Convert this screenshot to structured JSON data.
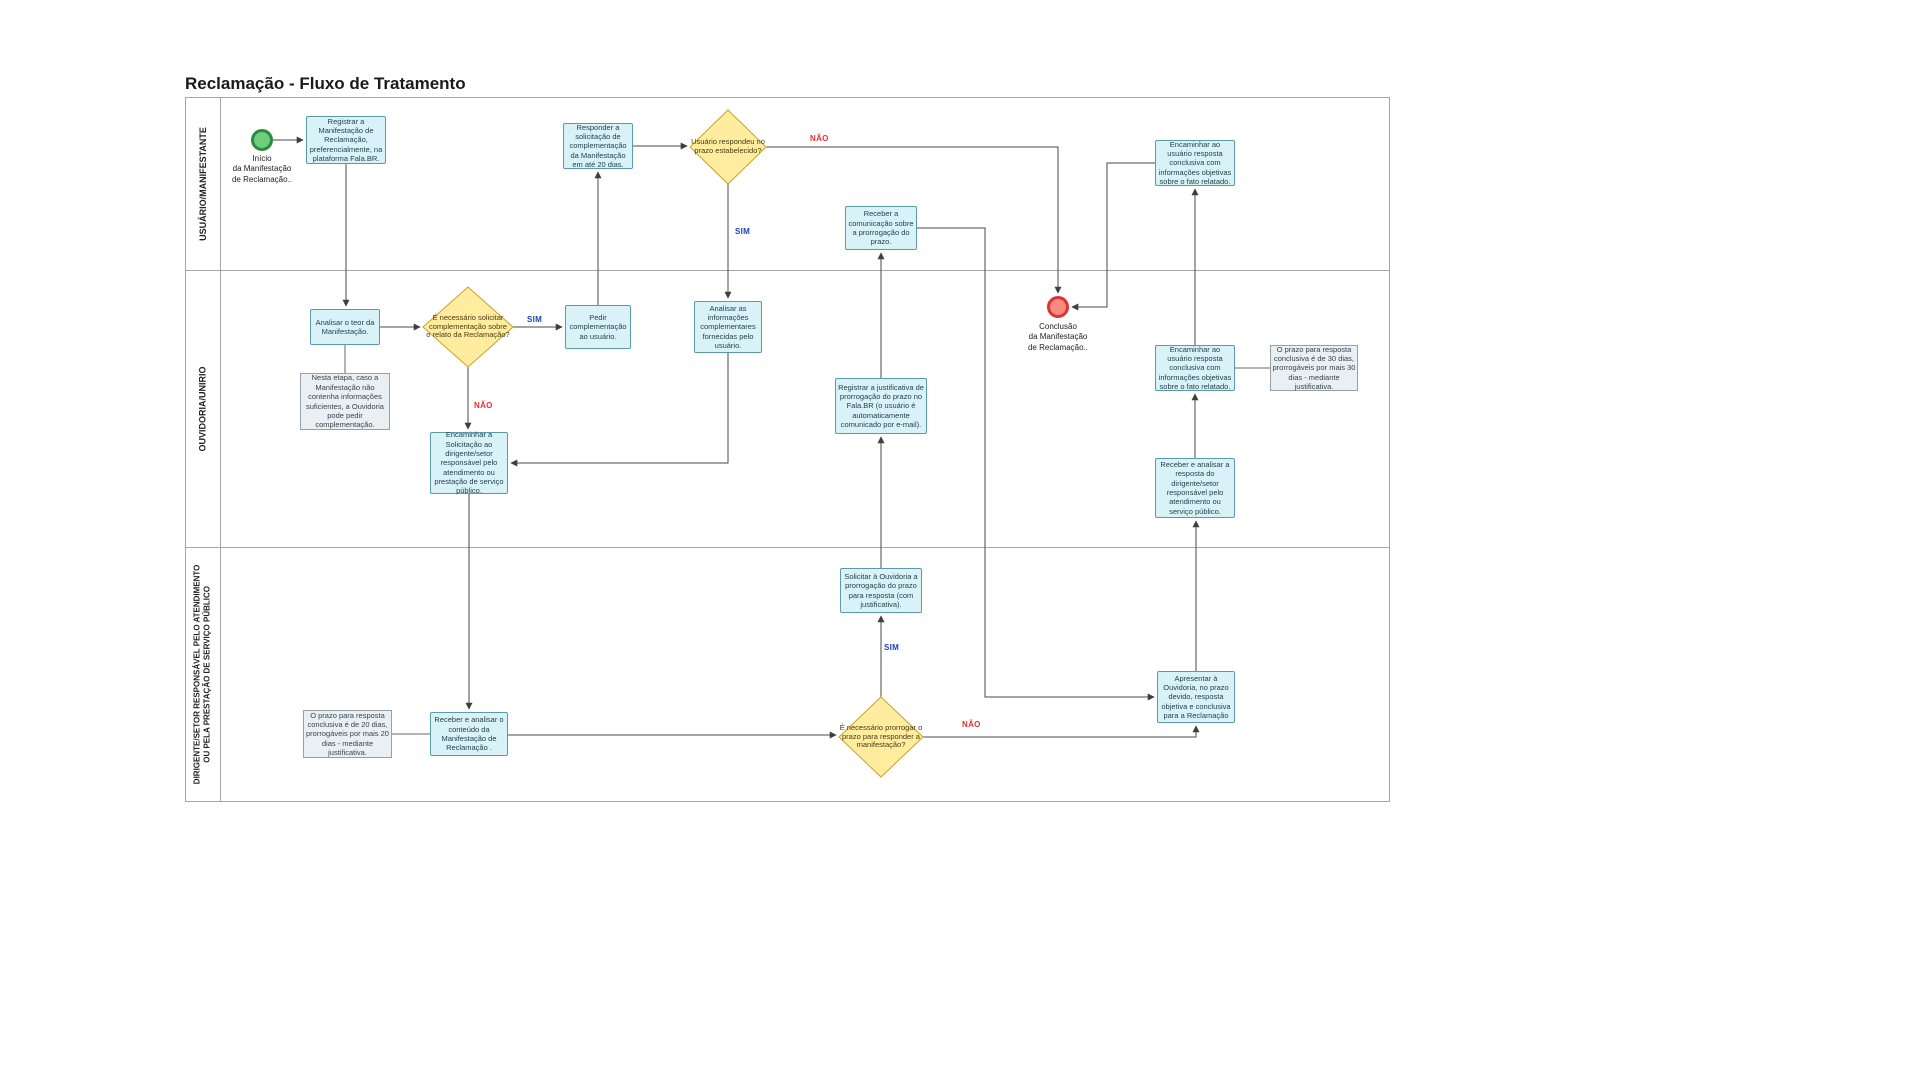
{
  "title": "Reclamação - Fluxo de Tratamento",
  "lanes": {
    "lane1": "USUÁRIO/MANIFESTANTE",
    "lane2": "OUVIDORIA/UNIRIO",
    "lane3": "DIRIGENTE/SETOR RESPONSÁVEL PELO ATENDIMENTO\nOU PELA PRESTAÇÃO DE SERVIÇO PÚBLICO"
  },
  "events": {
    "start": "Início\nda Manifestação\nde Reclamação..",
    "end": "Conclusão\nda Manifestação\nde Reclamação.."
  },
  "tasks": {
    "registrar_manifestacao": "Registrar a Manifestação de Reclamação, preferencialmente, na plataforma Fala.BR.",
    "responder_solicitacao": "Responder a solicitação de complementação da Manifestação em até 20 dias.",
    "receber_comunicacao": "Receber a comunicação sobre a prorrogação do prazo.",
    "encaminhar_usuario_1": "Encaminhar ao usuário resposta conclusiva com informações objetivas sobre o fato relatado.",
    "analisar_teor": "Analisar o teor da Manifestação.",
    "pedir_complementacao": "Pedir complementação ao usuário.",
    "analisar_informacoes": "Analisar as informações complementares fornecidas pelo usuário.",
    "encaminhar_solicitacao": "Encaminhar a Solicitação ao dirigente/setor responsável pelo atendimento ou prestação de serviço público.",
    "registrar_justificativa": "Registrar a justificativa de prorrogação do prazo no Fala.BR (o usuário é automaticamente comunicado por e-mail).",
    "encaminhar_usuario_2": "Encaminhar ao usuário resposta conclusiva com informações objetivas sobre o fato relatado.",
    "receber_analisar_resposta": "Receber e analisar a resposta do dirigente/setor responsável pelo atendimento ou serviço público.",
    "solicitar_prorrogacao": "Solicitar à Ouvidoria a prorrogação do prazo para resposta (com justificativa).",
    "apresentar_resposta": "Apresentar à Ouvidoria, no prazo devido, resposta objetiva e conclusiva para a Reclamação",
    "receber_conteudo": "Receber e analisar o conteúdo da Manifestação de Reclamação ."
  },
  "gateways": {
    "respondeu_prazo": "Usuário respondeu no prazo estabelecido?",
    "necessita_complementacao": "É necessário solicitar complementação sobre o relato da Reclamação?",
    "necessita_prorrogacao": "É necessário prorrogar o prazo para responder a manifestação?"
  },
  "notes": {
    "nesta_etapa": "Nesta etapa, caso a Manifestação não contenha informações suficientes, a Ouvidoria pode pedir complementação.",
    "prazo_30": "O prazo para resposta conclusiva é de 30 dias, prorrogáveis por mais 30 dias - mediante justificativa.",
    "prazo_20": "O prazo para resposta conclusiva é de 20 dias, prorrogáveis por mais 20 dias - mediante justificativa."
  },
  "labels": {
    "sim": "SIM",
    "nao": "NÃO"
  },
  "colors": {
    "task_fill": "#d9f2f8",
    "task_border": "#5b9aa9",
    "gateway_fill": "#ffec9e",
    "gateway_border": "#c9a227",
    "note_fill": "#eaeff4",
    "note_border": "#93a1ab",
    "start_fill": "#6fce7e",
    "start_border": "#2b8a3e",
    "end_fill": "#f98a82",
    "end_border": "#e03131",
    "yes_label": "#1c3fbf",
    "no_label": "#e03131"
  }
}
